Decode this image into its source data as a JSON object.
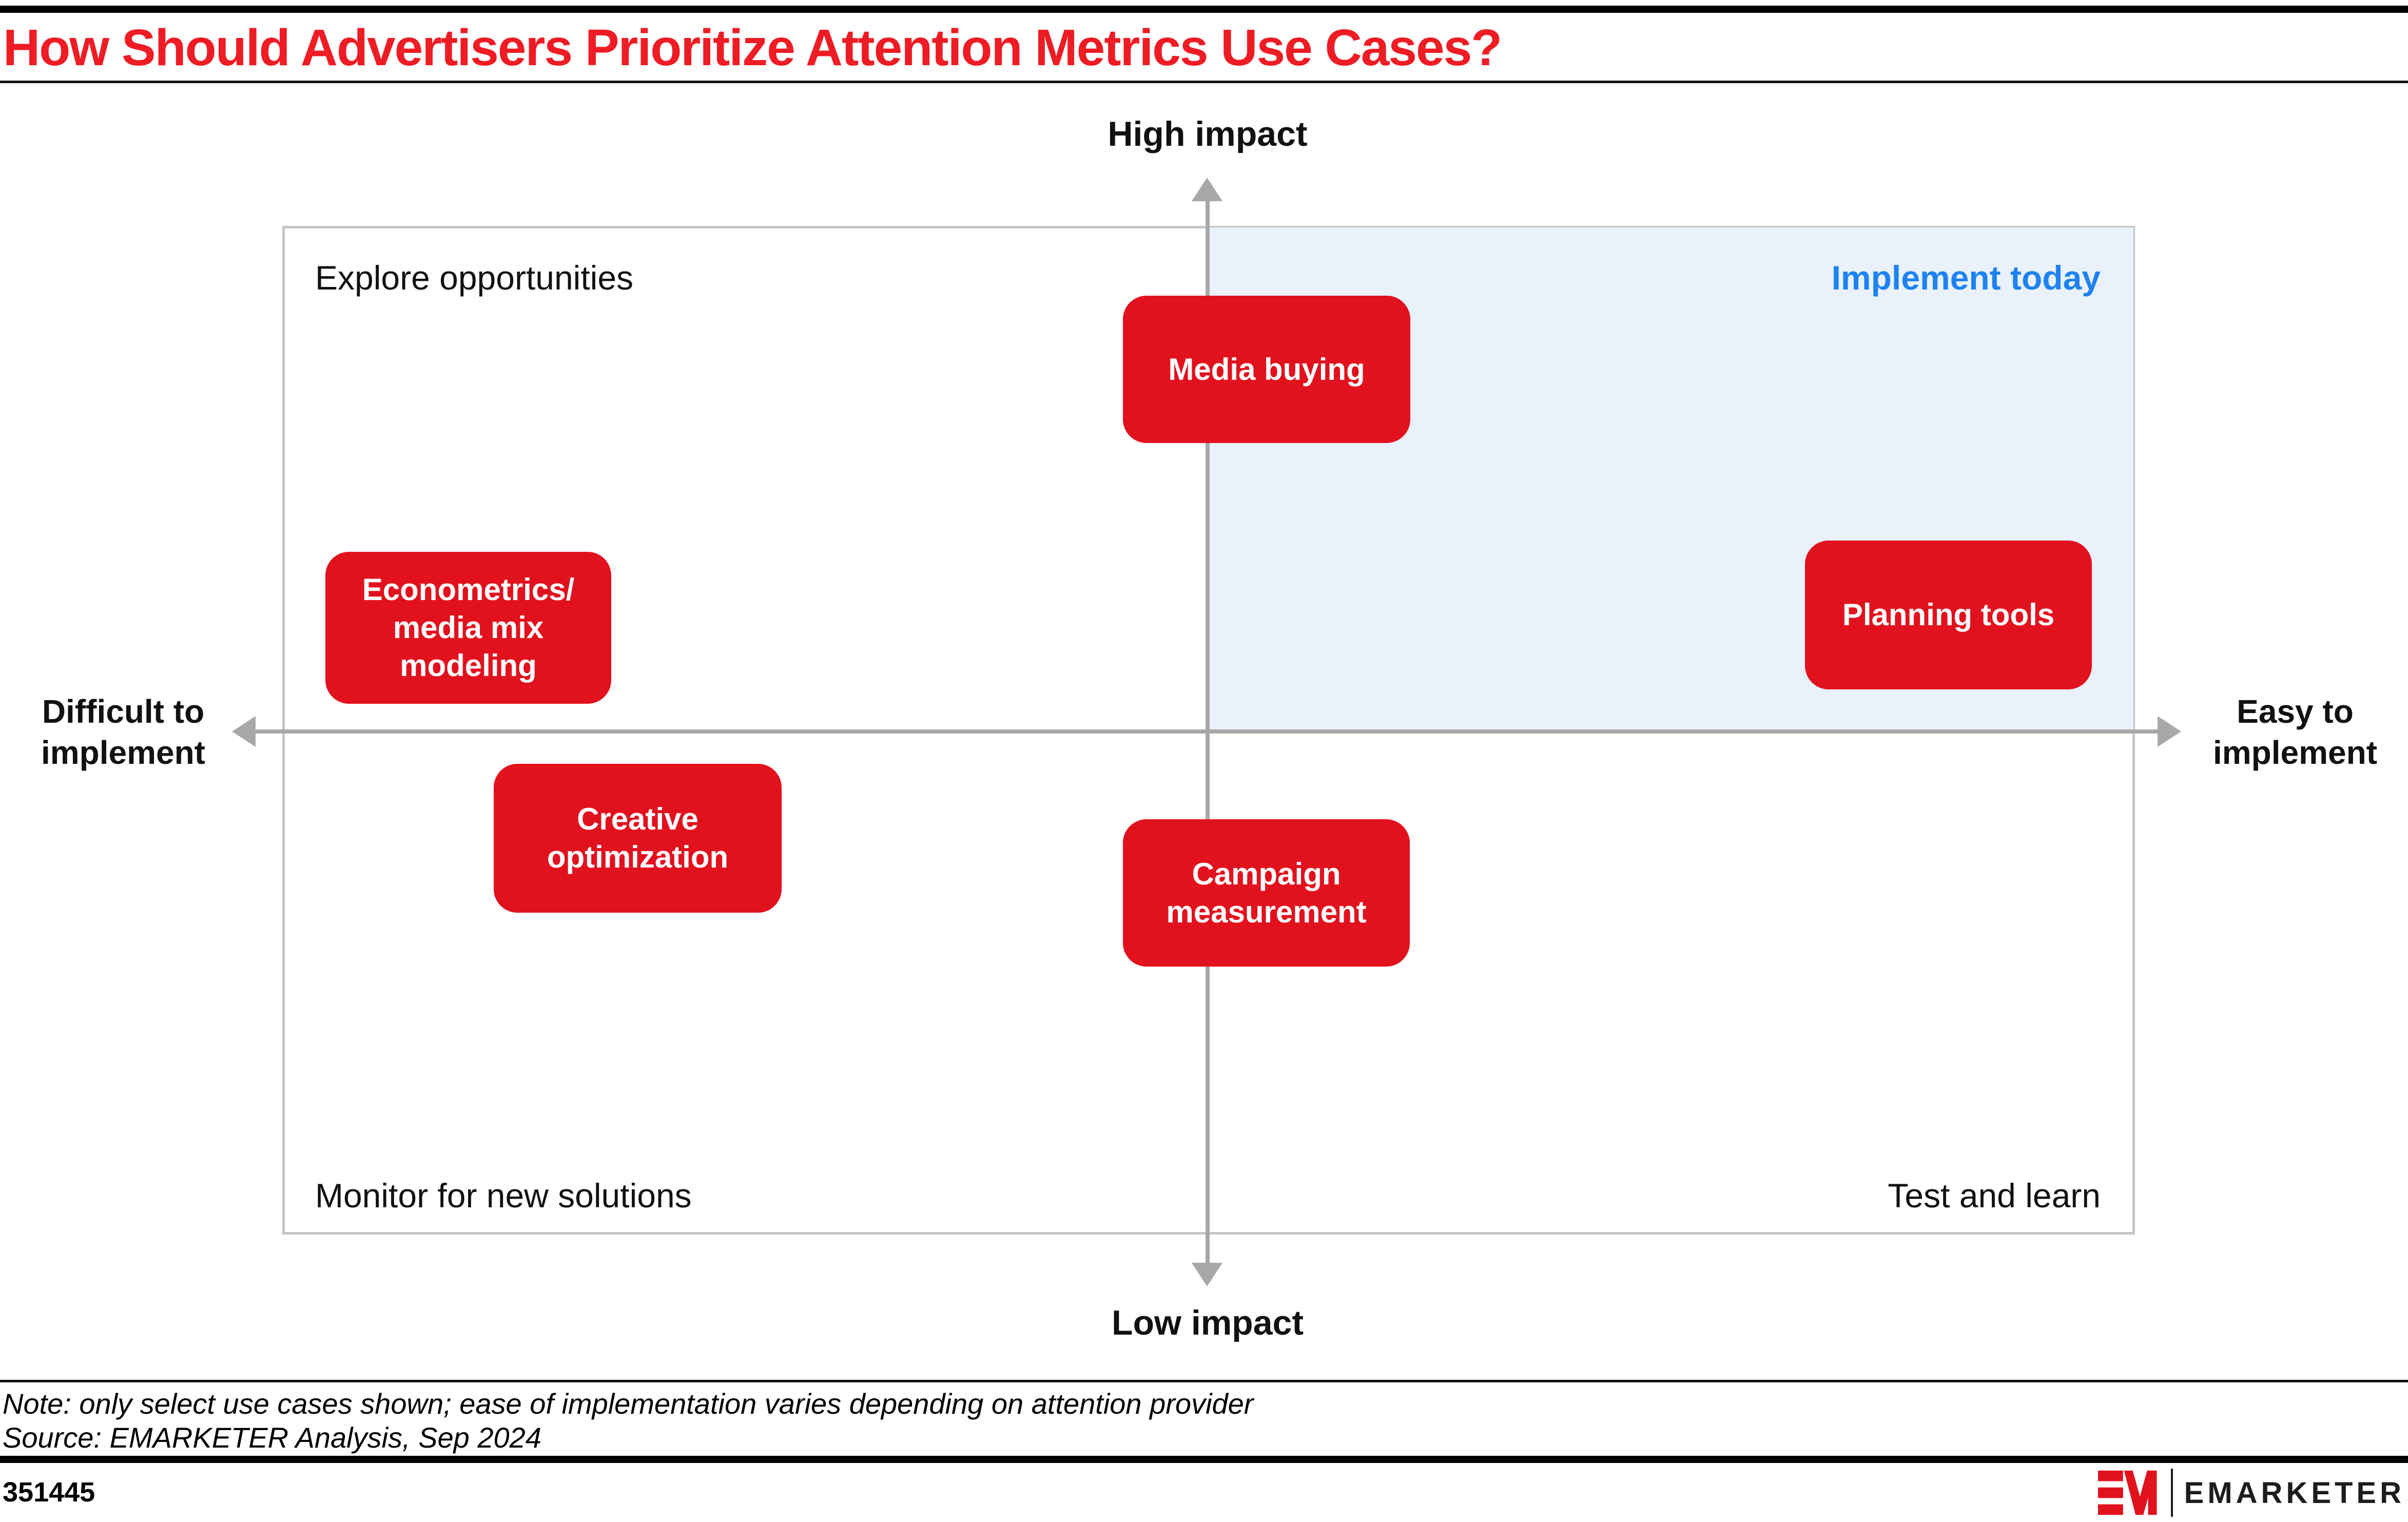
{
  "title": "How Should Advertisers Prioritize Attention Metrics Use Cases?",
  "axis": {
    "y_top": "High impact",
    "y_bottom": "Low impact",
    "x_left": "Difficult to\nimplement",
    "x_right": "Easy to\nimplement"
  },
  "quadrant_labels": {
    "top_left": "Explore opportunities",
    "top_right": "Implement today",
    "bottom_left": "Monitor for new solutions",
    "bottom_right": "Test and learn"
  },
  "use_cases": [
    {
      "id": "media-buying",
      "label": "Media buying",
      "impact": "high",
      "quadrant": "Implement today"
    },
    {
      "id": "econometrics",
      "label": "Econometrics/\nmedia mix\nmodeling",
      "impact": "high",
      "quadrant": "Explore opportunities"
    },
    {
      "id": "planning-tools",
      "label": "Planning tools",
      "impact": "high",
      "quadrant": "Implement today"
    },
    {
      "id": "creative-optimization",
      "label": "Creative\noptimization",
      "impact": "low",
      "quadrant": "Monitor for new solutions"
    },
    {
      "id": "campaign-measurement",
      "label": "Campaign\nmeasurement",
      "impact": "low",
      "quadrant": "Test and learn"
    }
  ],
  "footer": {
    "note": "Note: only select use cases shown; ease of implementation varies depending on attention provider",
    "source": "Source: EMARKETER Analysis, Sep 2024",
    "chart_id": "351445",
    "logo_text": "EMARKETER"
  },
  "colors": {
    "title_red": "#ee1c24",
    "box_red": "#e2111e",
    "implement_blue": "#1e82f0",
    "quadrant_fill_blue": "#e9f1fb",
    "axis_gray": "#a8a8a8",
    "border_gray": "#c5c5c5"
  }
}
